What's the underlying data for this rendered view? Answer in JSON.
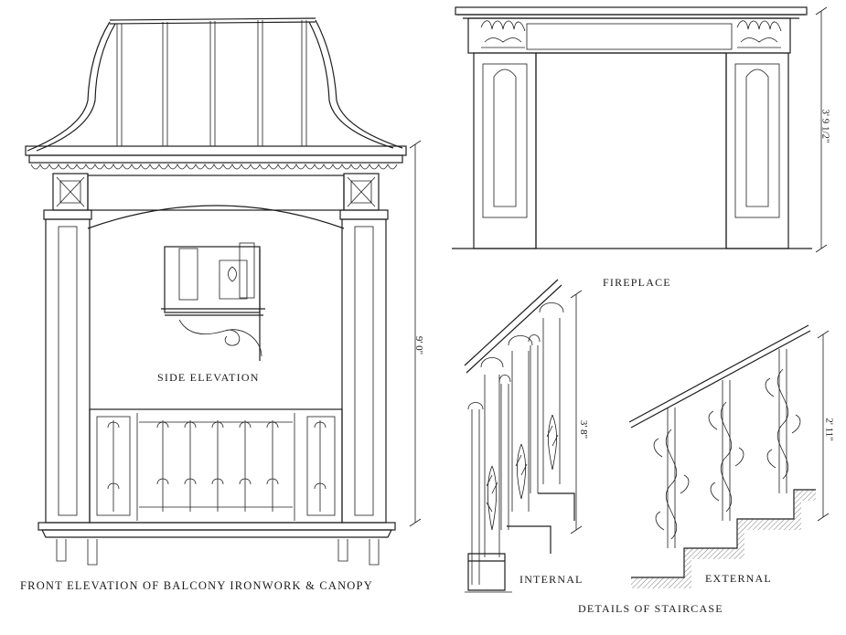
{
  "captions": {
    "balcony": "FRONT ELEVATION OF BALCONY IRONWORK  &  CANOPY",
    "side_elevation": "SIDE    ELEVATION",
    "fireplace": "FIREPLACE",
    "internal": "INTERNAL",
    "external": "EXTERNAL",
    "staircase": "DETAILS OF STAIRCASE"
  },
  "dimensions": {
    "balcony_height": "9' 0\"",
    "fireplace_height": "3' 9 1/2\"",
    "internal_height": "3' 8\"",
    "external_height": "2' 11\""
  }
}
